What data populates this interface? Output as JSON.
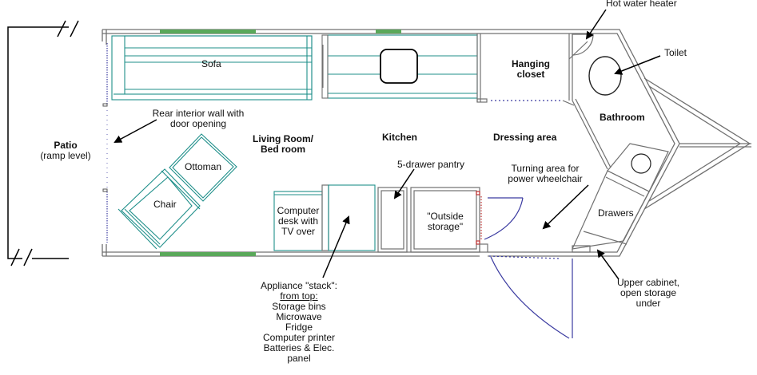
{
  "labels": {
    "hot_water_heater": "Hot water heater",
    "toilet": "Toilet",
    "sofa": "Sofa",
    "hanging_closet_1": "Hanging",
    "hanging_closet_2": "closet",
    "bathroom": "Bathroom",
    "rear_wall_1": "Rear interior wall with",
    "rear_wall_2": "door opening",
    "patio_1": "Patio",
    "patio_2": "(ramp level)",
    "living_room_1": "Living Room/",
    "living_room_2": "Bed room",
    "kitchen": "Kitchen",
    "dressing_area": "Dressing area",
    "ottoman": "Ottoman",
    "pantry": "5-drawer pantry",
    "turning_1": "Turning area for",
    "turning_2": "power wheelchair",
    "chair": "Chair",
    "desk_1": "Computer",
    "desk_2": "desk with",
    "desk_3": "TV over",
    "outside_storage_1": "\"Outside",
    "outside_storage_2": "storage\"",
    "drawers": "Drawers",
    "upper_cabinet_1": "Upper cabinet,",
    "upper_cabinet_2": "open storage",
    "upper_cabinet_3": "under",
    "appliance_1": "Appliance \"stack\":",
    "appliance_2": "from top:",
    "appliance_3": "Storage bins",
    "appliance_4": "Microwave",
    "appliance_5": "Fridge",
    "appliance_6": "Computer printer",
    "appliance_7": "Batteries & Elec.",
    "appliance_8": "panel"
  },
  "colors": {
    "wall": "#6f6f6f",
    "furniture": "#1f8f8a",
    "window": "#5aa85a",
    "door": "#3a3aa0",
    "arrow": "#000000"
  }
}
